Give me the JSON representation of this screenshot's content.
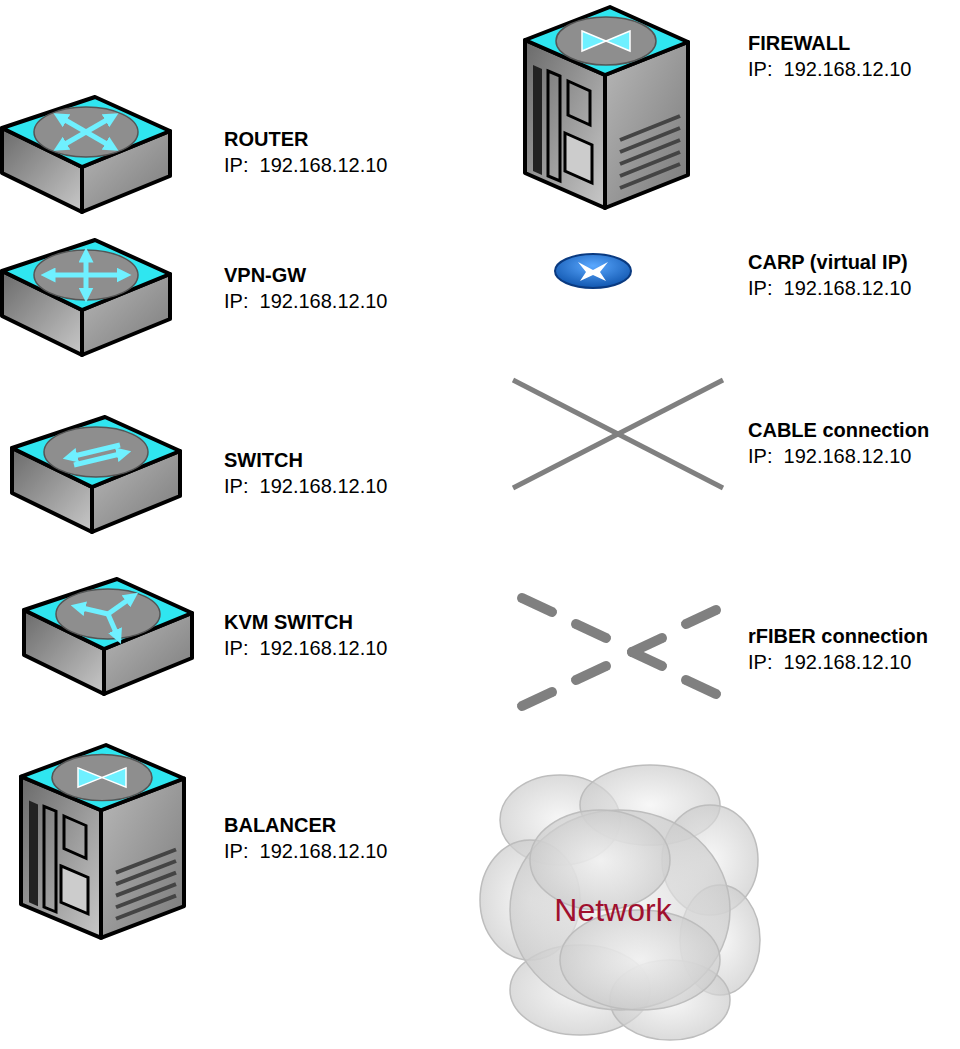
{
  "diagram": {
    "nodes": [
      {
        "text": [
          "ROUTER",
          "IP:  192.168.12.10"
        ]
      },
      {
        "text": [
          "VPN-GW",
          "IP:  192.168.12.10"
        ]
      },
      {
        "text": [
          "SWITCH",
          "IP:  192.168.12.10"
        ]
      },
      {
        "text": [
          "KVM SWITCH",
          "IP:  192.168.12.10"
        ]
      },
      {
        "text": [
          "BALANCER",
          "IP:  192.168.12.10"
        ]
      },
      {
        "text": [
          "FIREWALL",
          "IP:  192.168.12.10"
        ]
      },
      {
        "text": [
          "CARP (virtual IP)",
          "IP:  192.168.12.10"
        ]
      },
      {
        "text": [
          "CABLE connection",
          "IP:  192.168.12.10"
        ]
      },
      {
        "text": [
          "rFIBER connection",
          "IP:  192.168.12.10"
        ]
      },
      {
        "text": [
          "Network"
        ]
      }
    ]
  }
}
